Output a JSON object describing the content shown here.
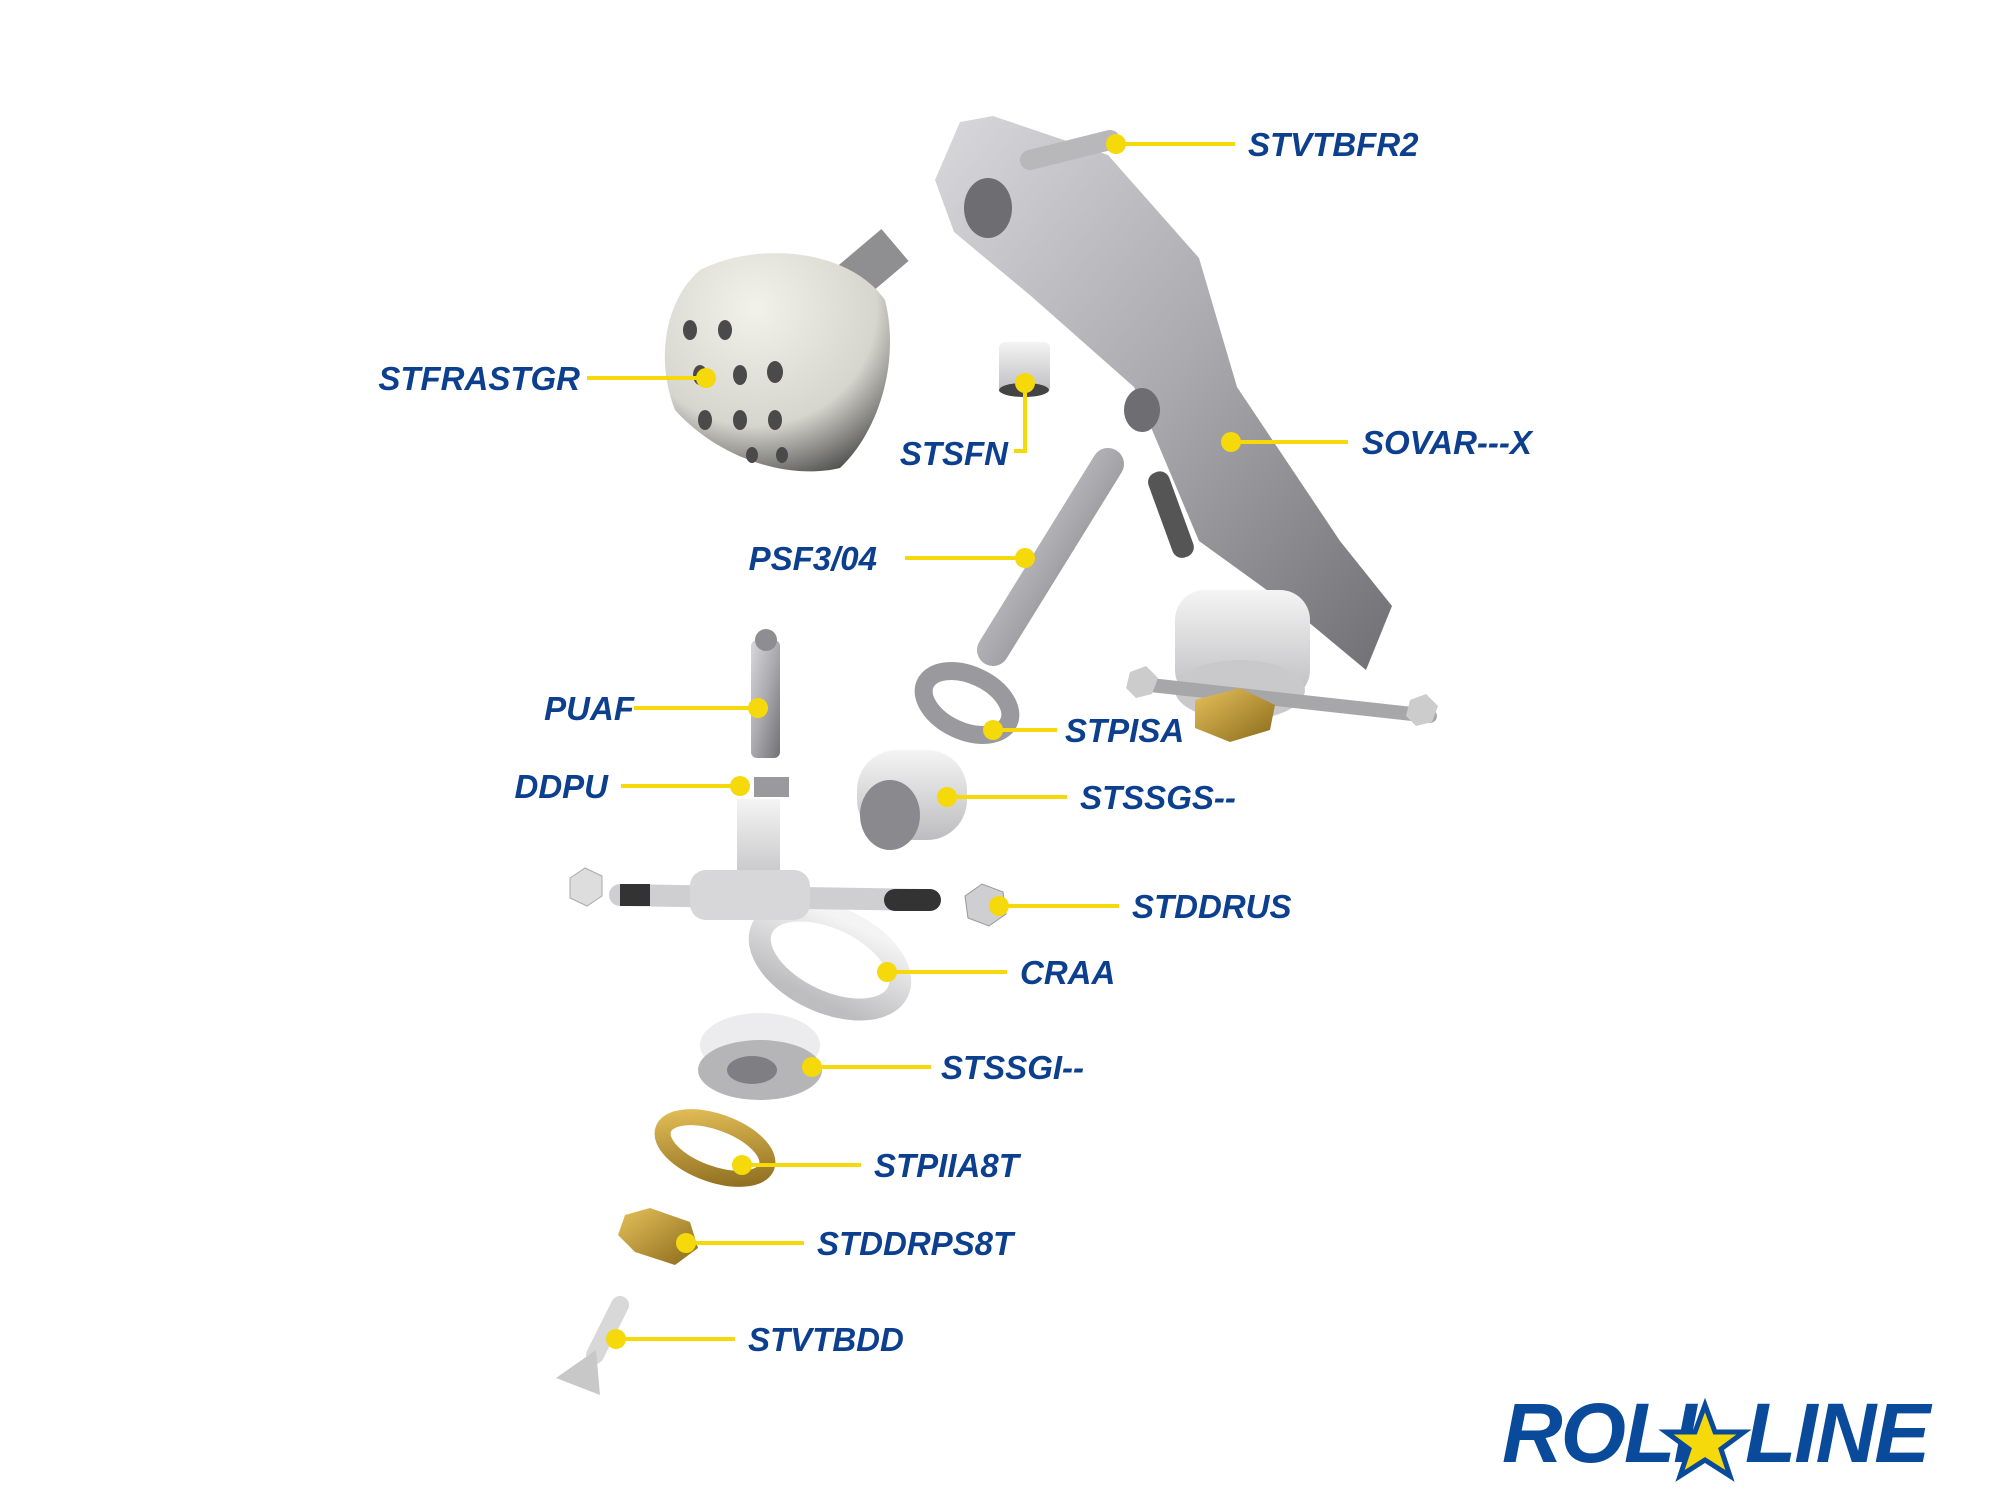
{
  "title": "Roll-Line skate frame exploded parts diagram",
  "colors": {
    "label": "#0d3f8f",
    "callout": "#f5d90a",
    "logo_blue": "#0a4a9a",
    "logo_star": "#f5d90a"
  },
  "parts": [
    {
      "code": "STVTBFR2"
    },
    {
      "code": "STFRASTGR"
    },
    {
      "code": "STSFN"
    },
    {
      "code": "SOVAR---X"
    },
    {
      "code": "PSF3/04"
    },
    {
      "code": "PUAF"
    },
    {
      "code": "DDPU"
    },
    {
      "code": "STPISA"
    },
    {
      "code": "STSSGS--"
    },
    {
      "code": "STDDRUS"
    },
    {
      "code": "CRAA"
    },
    {
      "code": "STSSGI--"
    },
    {
      "code": "STPIIA8T"
    },
    {
      "code": "STDDRPS8T"
    },
    {
      "code": "STVTBDD"
    }
  ],
  "logo": {
    "left": "ROLL",
    "right": "LINE"
  }
}
